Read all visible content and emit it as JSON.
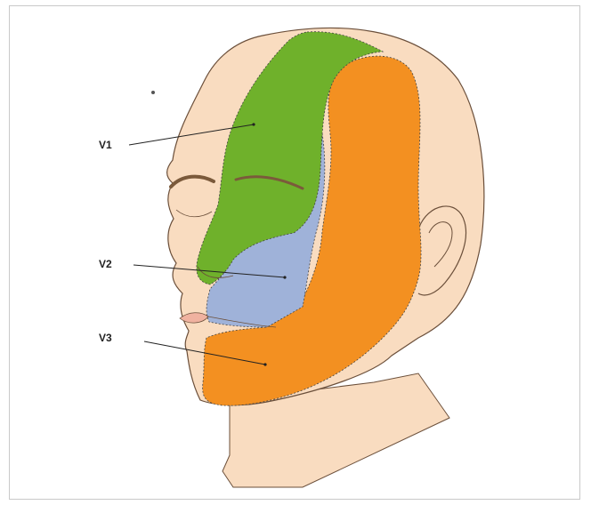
{
  "labels": {
    "v1": "V1",
    "v2": "V2",
    "v3": "V3"
  },
  "colors": {
    "skin": "#f9dcc0",
    "outline": "#6b4f3a",
    "v1_region": "#6fb12b",
    "v2_region": "#9fb2d9",
    "v3_region": "#f39021",
    "eyebrow": "#7b5a3b",
    "lips": "#f0b2a0"
  }
}
